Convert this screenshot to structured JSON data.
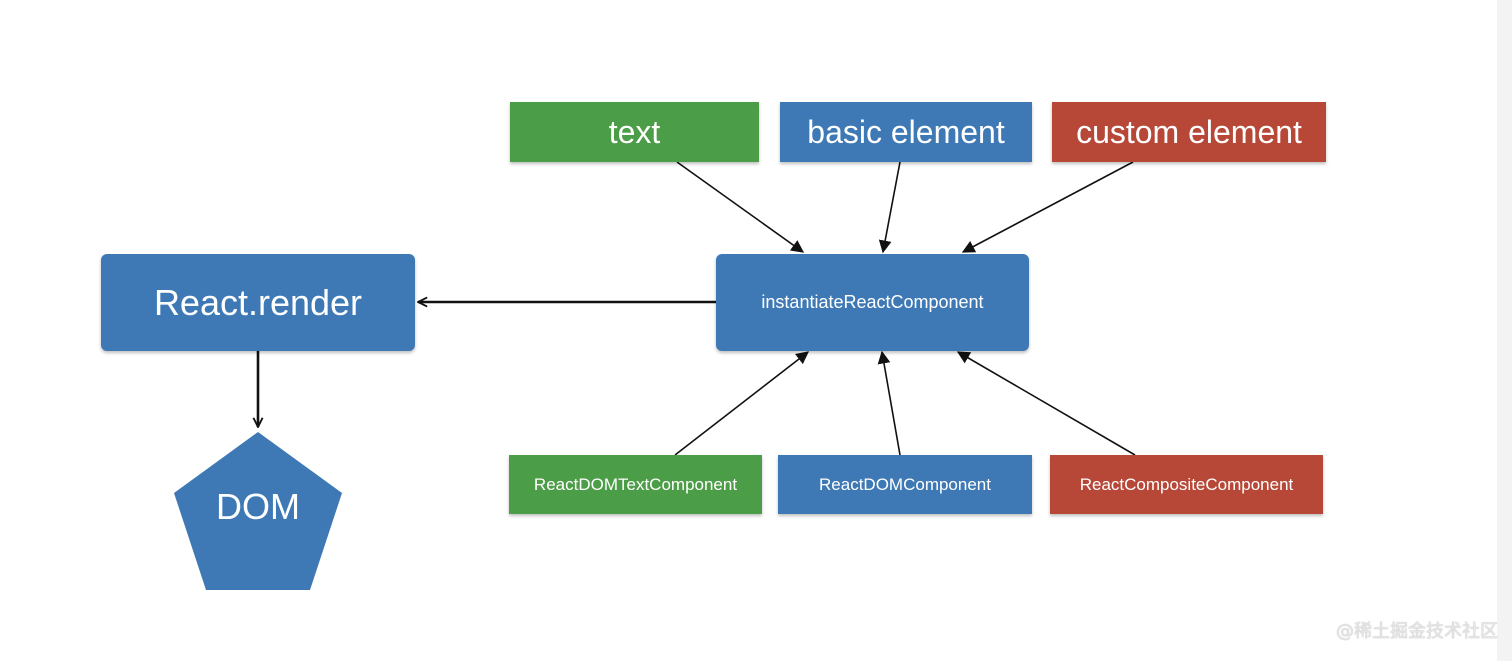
{
  "colors": {
    "green": "#4c9d47",
    "blue": "#3e79b5",
    "red": "#b74838",
    "arrow": "#111111"
  },
  "nodes": {
    "text": "text",
    "basic_element": "basic element",
    "custom_element": "custom element",
    "instantiate": "instantiateReactComponent",
    "react_render": "React.render",
    "dom": "DOM",
    "dom_text_component": "ReactDOMTextComponent",
    "dom_component": "ReactDOMComponent",
    "composite_component": "ReactCompositeComponent"
  },
  "watermark": "@稀土掘金技术社区"
}
